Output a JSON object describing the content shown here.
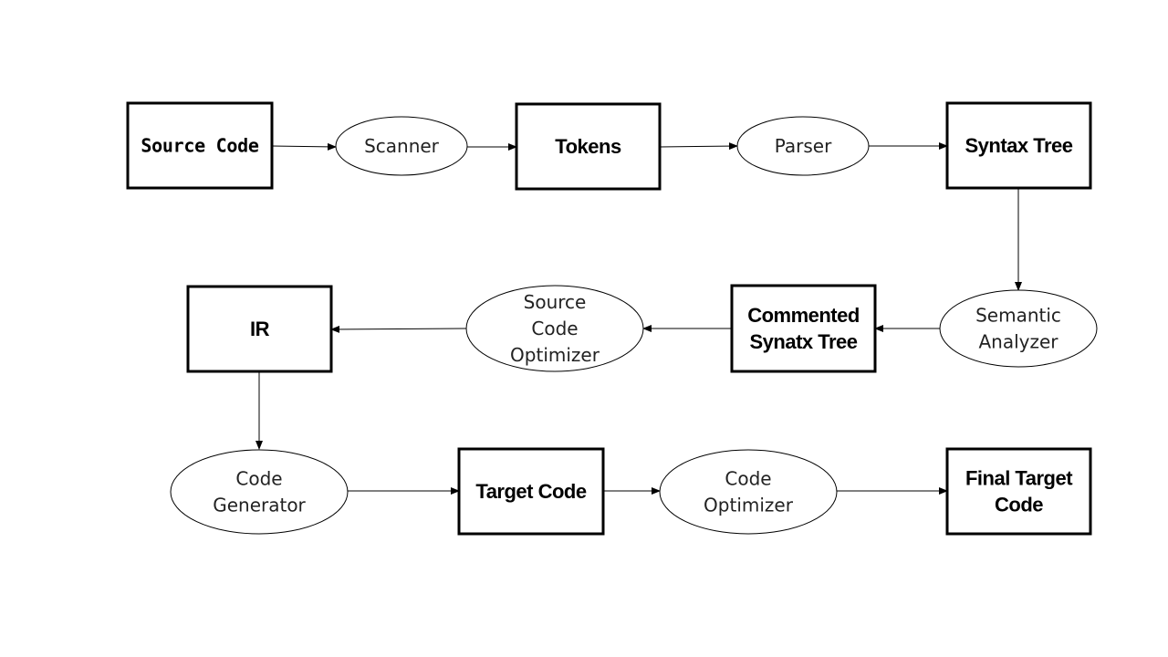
{
  "nodes": [
    {
      "id": "source_code",
      "kind": "box",
      "label": [
        "Source Code"
      ],
      "mono": true
    },
    {
      "id": "scanner",
      "kind": "ellipse",
      "label": [
        "Scanner"
      ]
    },
    {
      "id": "tokens",
      "kind": "box",
      "label": [
        "Tokens"
      ]
    },
    {
      "id": "parser",
      "kind": "ellipse",
      "label": [
        "Parser"
      ]
    },
    {
      "id": "syntax_tree",
      "kind": "box",
      "label": [
        "Syntax Tree"
      ]
    },
    {
      "id": "semantic_analyzer",
      "kind": "ellipse",
      "label": [
        "Semantic",
        "Analyzer"
      ]
    },
    {
      "id": "commented_tree",
      "kind": "box",
      "label": [
        "Commented",
        "Synatx Tree"
      ]
    },
    {
      "id": "source_code_optimizer",
      "kind": "ellipse",
      "label": [
        "Source",
        "Code",
        "Optimizer"
      ]
    },
    {
      "id": "ir",
      "kind": "box",
      "label": [
        "IR"
      ]
    },
    {
      "id": "code_generator",
      "kind": "ellipse",
      "label": [
        "Code",
        "Generator"
      ]
    },
    {
      "id": "target_code",
      "kind": "box",
      "label": [
        "Target Code"
      ]
    },
    {
      "id": "code_optimizer",
      "kind": "ellipse",
      "label": [
        "Code",
        "Optimizer"
      ]
    },
    {
      "id": "final_target_code",
      "kind": "box",
      "label": [
        "Final Target",
        "Code"
      ]
    }
  ],
  "edges": [
    {
      "from": "source_code",
      "to": "scanner"
    },
    {
      "from": "scanner",
      "to": "tokens"
    },
    {
      "from": "tokens",
      "to": "parser"
    },
    {
      "from": "parser",
      "to": "syntax_tree"
    },
    {
      "from": "syntax_tree",
      "to": "semantic_analyzer"
    },
    {
      "from": "semantic_analyzer",
      "to": "commented_tree"
    },
    {
      "from": "commented_tree",
      "to": "source_code_optimizer"
    },
    {
      "from": "source_code_optimizer",
      "to": "ir"
    },
    {
      "from": "ir",
      "to": "code_generator"
    },
    {
      "from": "code_generator",
      "to": "target_code"
    },
    {
      "from": "target_code",
      "to": "code_optimizer"
    },
    {
      "from": "code_optimizer",
      "to": "final_target_code"
    }
  ]
}
